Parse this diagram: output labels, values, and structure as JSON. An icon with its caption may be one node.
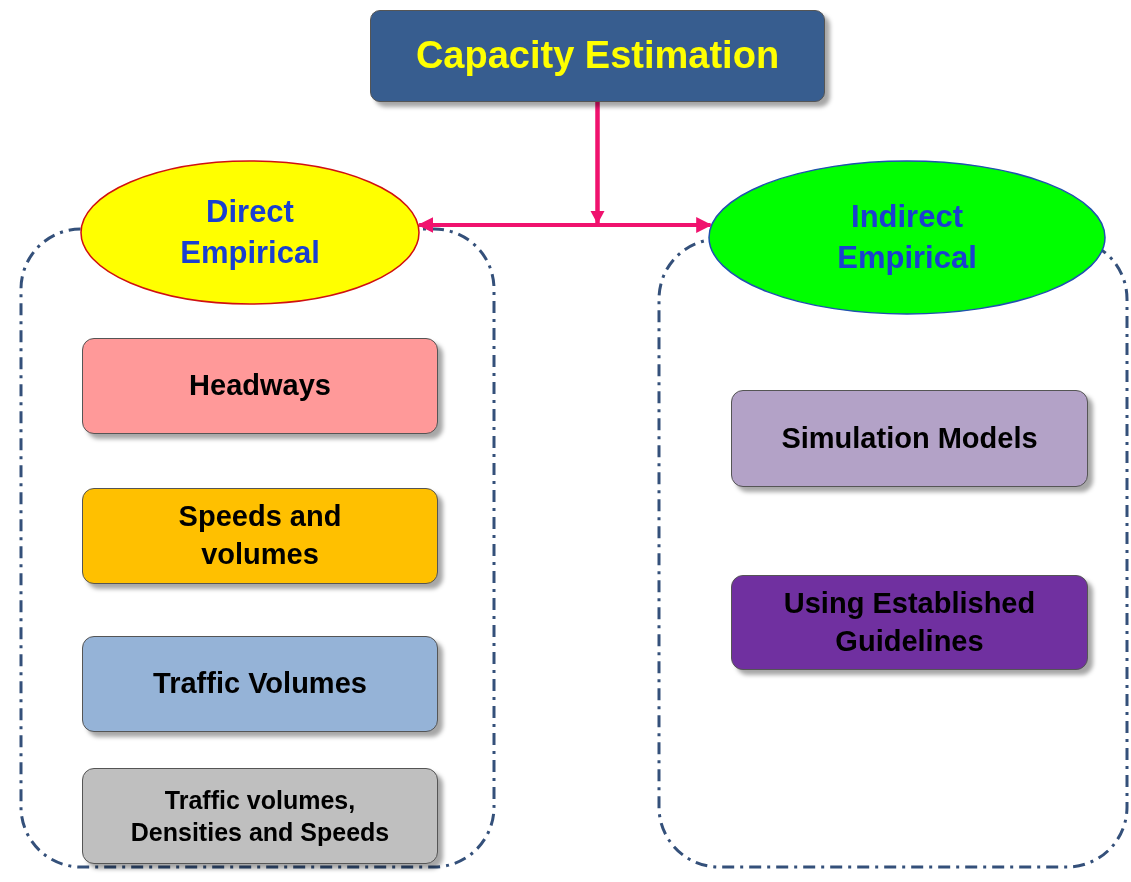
{
  "diagram": {
    "nodes": [
      {
        "text": [
          "Capacity Estimation"
        ]
      },
      {
        "text": [
          "Direct Empirical"
        ]
      },
      {
        "text": [],
        "shape": "box"
      },
      {
        "text": [
          "Headways"
        ],
        "in": 2
      },
      {
        "text": [
          "Speeds and volumes"
        ],
        "in": 2
      },
      {
        "text": [
          "Traffic Volumes"
        ],
        "in": 2
      },
      {
        "text": [
          "Traffic volumes, Densities and Speeds"
        ],
        "in": 2
      },
      {
        "text": [
          "Indirect Empirical"
        ]
      },
      {
        "text": [],
        "shape": "box"
      },
      {
        "text": [
          "Simulation Models"
        ],
        "in": 8
      },
      {
        "text": [
          "Using Established Guidelines"
        ],
        "in": 8
      }
    ],
    "edges": [
      {
        "from": 0,
        "to": 1,
        "arrow": "to"
      },
      {
        "from": 0,
        "to": 7,
        "arrow": "to"
      }
    ]
  }
}
